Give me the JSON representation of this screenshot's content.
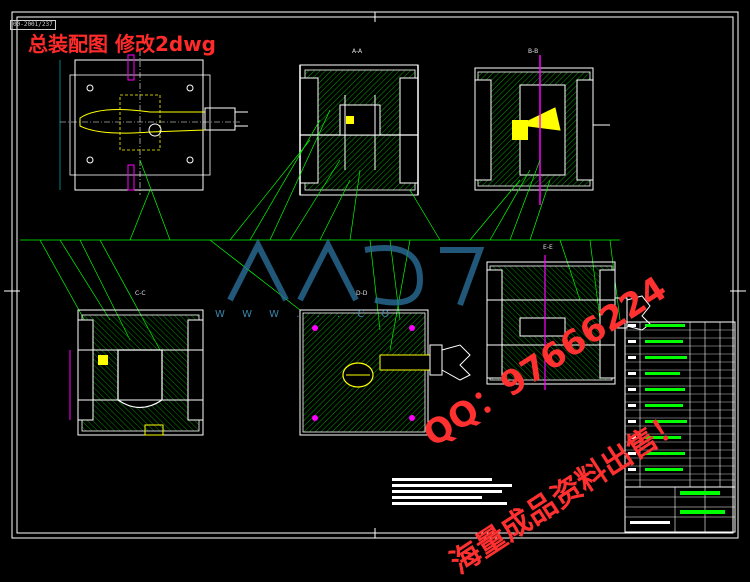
{
  "overlay_title": "总装配图 修改2dwg",
  "drawing_tag": "00-2001/237",
  "watermark": {
    "qq": "QQ：97666224",
    "sale": "海量成品资料出售！",
    "site": "W W W . . . C O"
  },
  "view_labels": {
    "aa": "A-A",
    "bb": "B-B",
    "cc": "C-C",
    "dd": "D-D",
    "ee": "E-E"
  },
  "colors": {
    "background": "#000000",
    "frame": "#ffffff",
    "outline": "#ffffff",
    "part": "#00ff00",
    "leader": "#00ff00",
    "dimension": "#00ffff",
    "highlight": "#ffff00",
    "accent": "#ff00ff",
    "overlay_text": "#ff2a2a",
    "watermark_logo": "#2a6f98"
  }
}
